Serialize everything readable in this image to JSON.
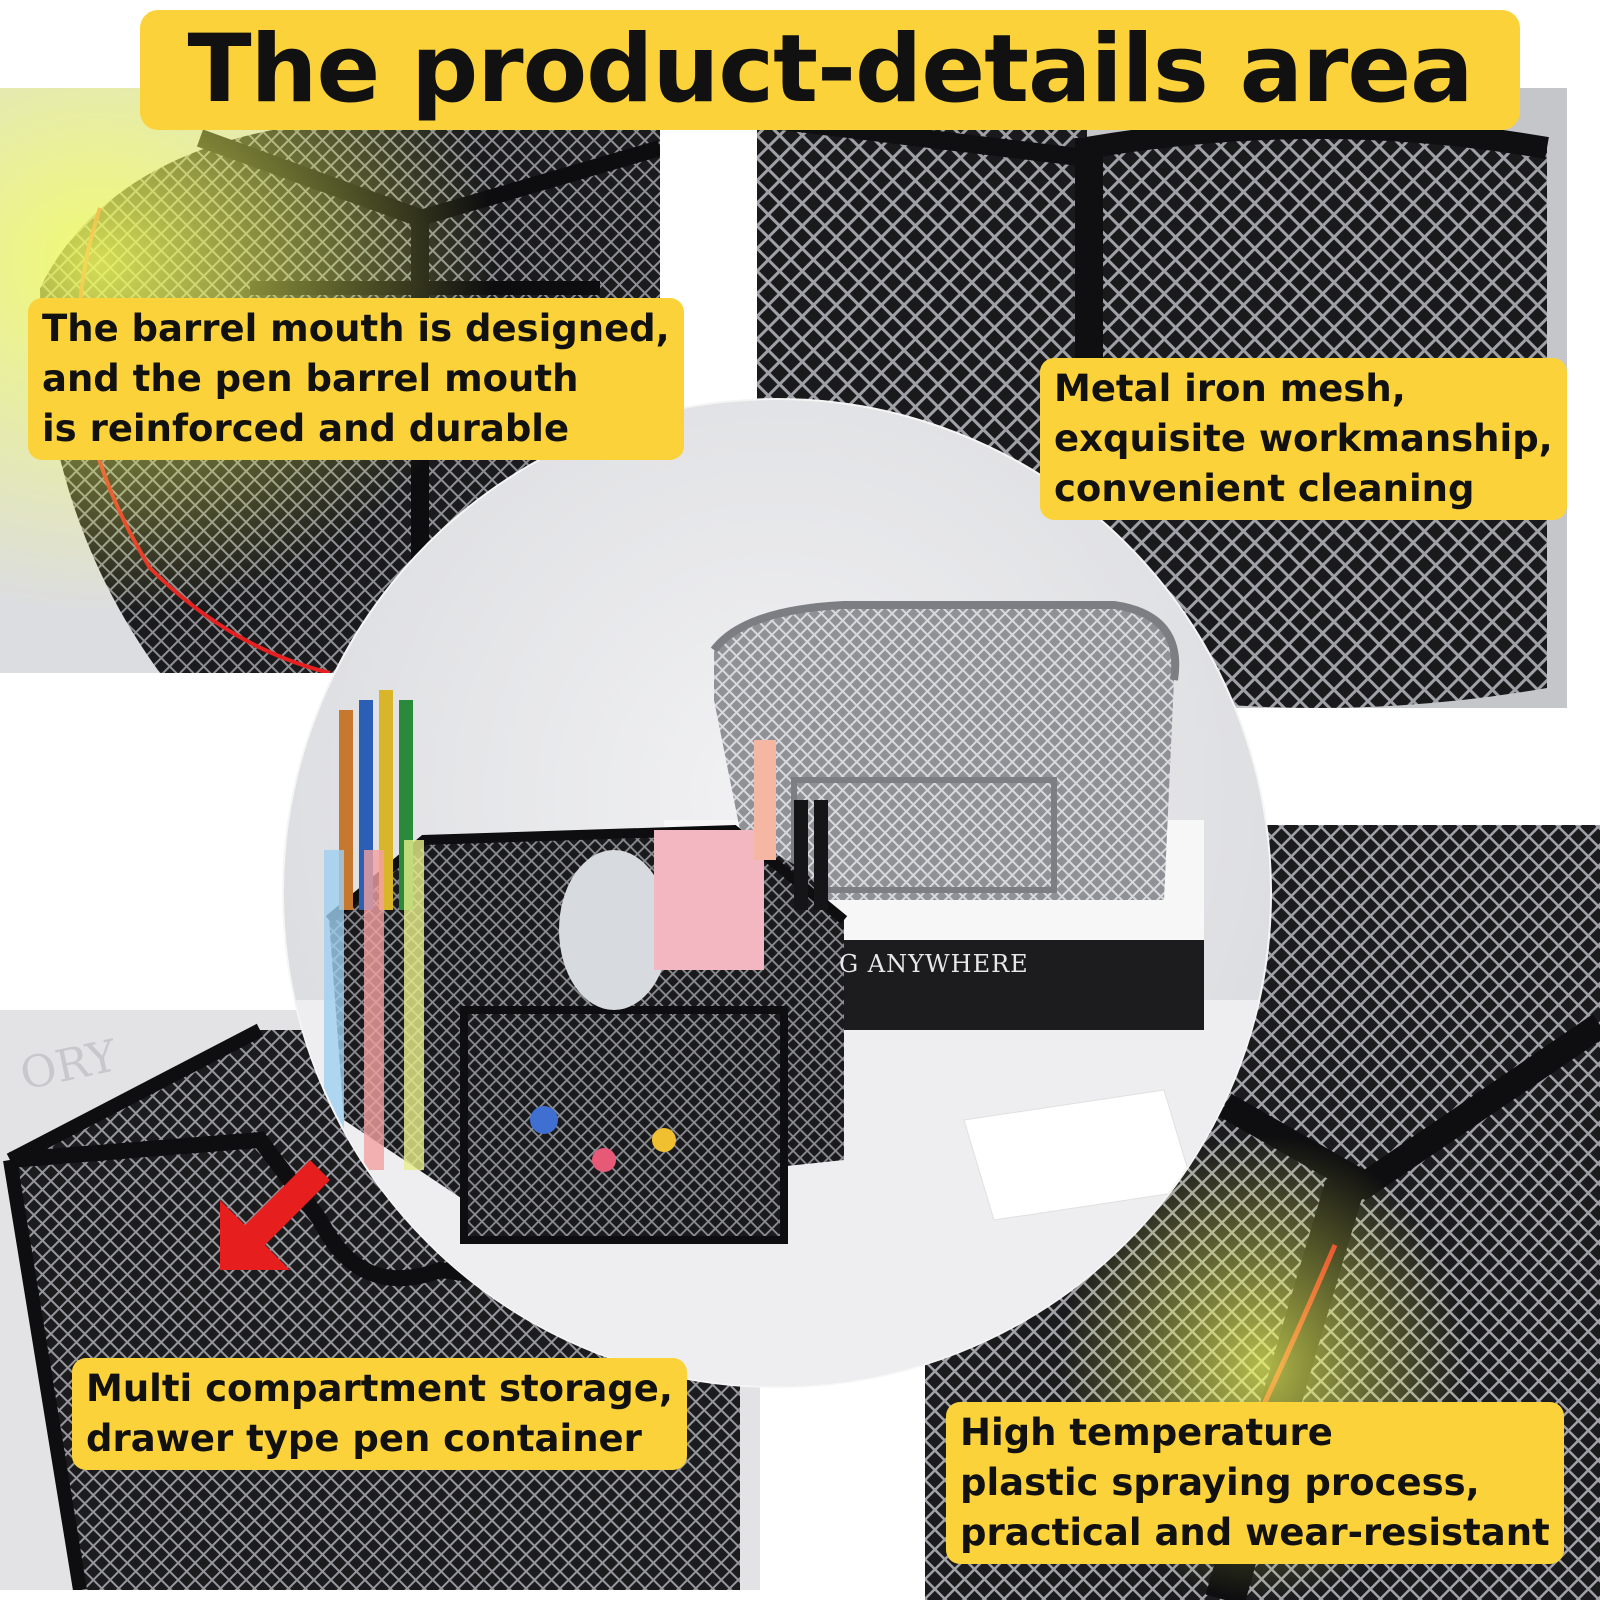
{
  "title": "The product-details area",
  "callouts": {
    "barrel_mouth": {
      "lines": [
        "The barrel mouth is designed,",
        "and the pen barrel mouth",
        "is reinforced and durable"
      ]
    },
    "iron_mesh": {
      "lines": [
        "Metal iron mesh,",
        "exquisite workmanship,",
        "convenient cleaning"
      ]
    },
    "multi_compartment": {
      "lines": [
        "Multi compartment storage,",
        "drawer type pen container"
      ]
    },
    "high_temperature": {
      "lines": [
        "High temperature",
        "plastic spraying process,",
        "practical and wear-resistant"
      ]
    }
  },
  "scene_text": {
    "book_spine": "G ANYWHERE",
    "background_print": "ORY"
  },
  "colors": {
    "label_yellow": "#fcd23a",
    "highlight_red": "#e62020",
    "mesh_black": "#1a1a1c",
    "mesh_silver": "#9a9ca0"
  },
  "icons": {
    "arrow": "red-arrow-icon"
  }
}
